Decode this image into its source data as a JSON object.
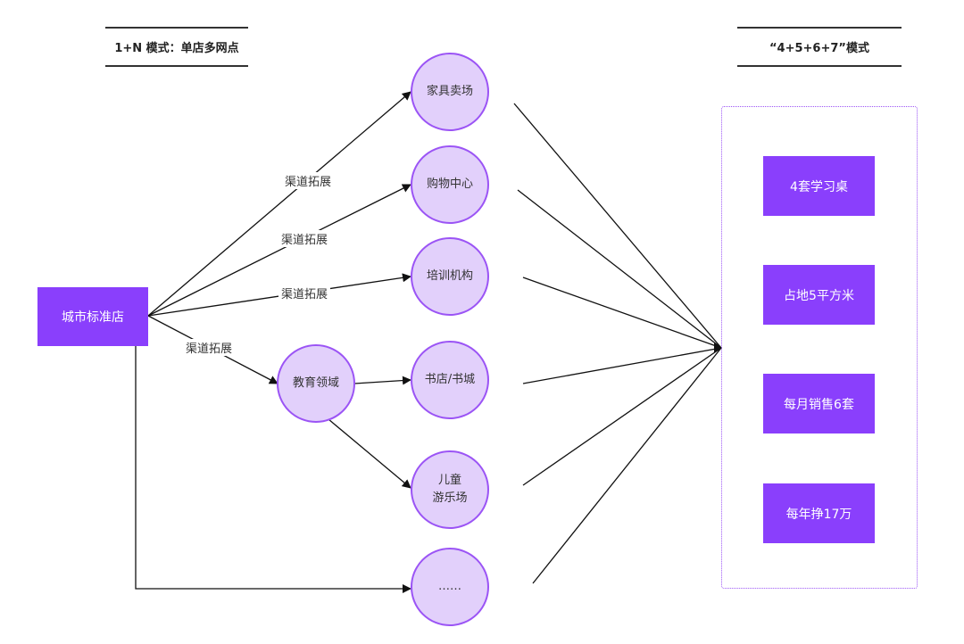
{
  "headers": {
    "left": "1+N 模式：单店多网点",
    "right": "“4+5+6+7”模式"
  },
  "nodes": {
    "city_store": "城市标准店",
    "furniture_mall": "家具卖场",
    "shopping_center": "购物中心",
    "training_institution": "培训机构",
    "education_field": "教育领域",
    "bookstore_line1": "书店/书城",
    "kids_park_line1": "儿童",
    "kids_park_line2": "游乐场",
    "more": "……"
  },
  "edge_labels": {
    "label1": "渠道拓展",
    "label2": "渠道拓展",
    "label3": "渠道拓展",
    "label4": "渠道拓展"
  },
  "model_items": [
    "4套学习桌",
    "占地5平方米",
    "每月销售6套",
    "每年挣17万"
  ],
  "colors": {
    "primary": "#8a3ffc",
    "circle_fill": "#e2d0fb",
    "circle_stroke": "#9b54f5",
    "line": "#111111"
  }
}
